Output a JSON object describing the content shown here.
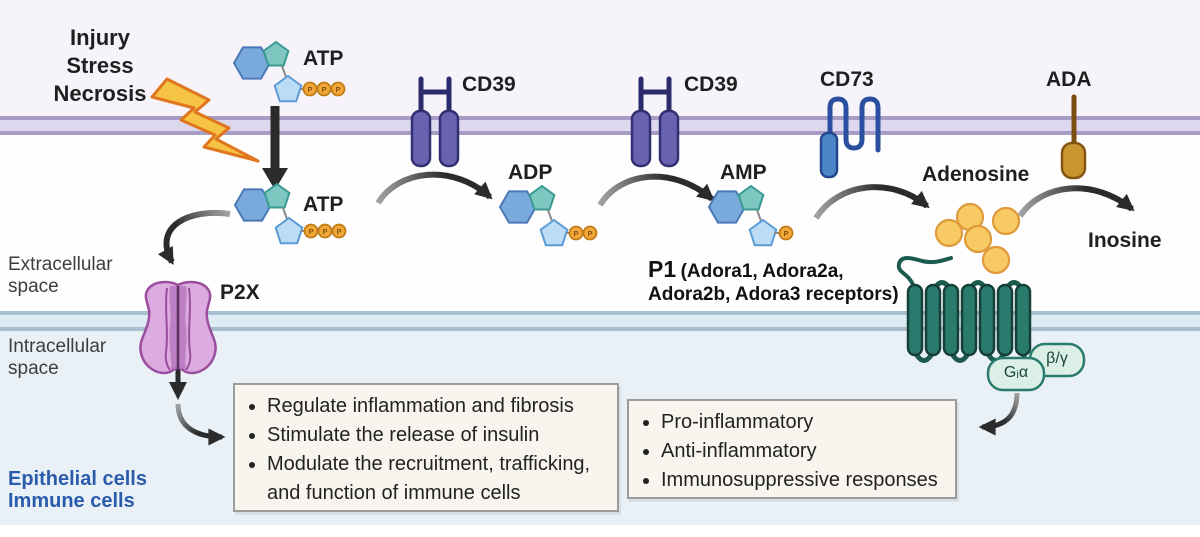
{
  "labels": {
    "trigger": "Injury\nStress\nNecrosis",
    "atp_top": "ATP",
    "atp_released": "ATP",
    "adp": "ADP",
    "amp": "AMP",
    "adenosine": "Adenosine",
    "inosine": "Inosine",
    "cd39_left": "CD39",
    "cd39_right": "CD39",
    "cd73": "CD73",
    "ada": "ADA",
    "p2x": "P2X",
    "p1": "P1",
    "p1_receptors": "(Adora1, Adora2a, Adora2b, Adora3 receptors)",
    "extracellular": "Extracellular\nspace",
    "intracellular": "Intracellular\nspace",
    "cells": "Epithelial cells\nImmune cells",
    "g_alpha": "Gᵢα",
    "beta_gamma": "β/γ",
    "phosphate": "P"
  },
  "boxes": {
    "p2x_effects": [
      "Regulate inflammation and fibrosis",
      "Stimulate the release of insulin",
      "Modulate the recruitment, trafficking, and function of immune cells"
    ],
    "p1_effects": [
      "Pro-inflammatory",
      "Anti-inflammatory",
      "Immunosuppressive responses"
    ]
  },
  "colors": {
    "top_bg": "#f6f4fa",
    "cell_bg": "#e9f1f7",
    "membrane_purple_edge": "#a89cc6",
    "membrane_purple_fill": "#ded8ee",
    "membrane_blue_edge": "#a7bfcf",
    "membrane_blue_fill": "#dcebf4",
    "box_bg": "#f7f5ed",
    "box_border": "#9b9b9b",
    "arrow": "#2b2b2b",
    "adenine_hexagon": "#7aa9dc",
    "adenine_pentagon": "#7ec7c1",
    "ribose": "#bcdcf5",
    "phosphate": "#f2a838",
    "cd39": "#6a62b0",
    "cd73": "#4a86c8",
    "ada": "#c9952f",
    "p2x_channel": "#dcabdf",
    "p1_gpcr": "#2a7a6e",
    "g_protein_fill": "#dcefe6",
    "adenosine_dot": "#f8ca64",
    "lightning": "#f6c445",
    "cells_label": "#2b5cab"
  }
}
